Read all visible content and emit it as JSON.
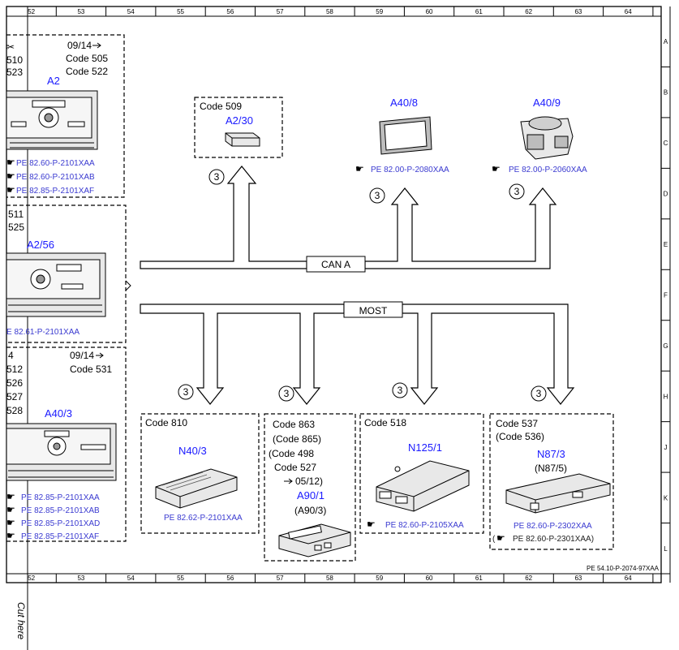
{
  "grid": {
    "columns": [
      "52",
      "53",
      "54",
      "55",
      "56",
      "57",
      "58",
      "59",
      "60",
      "61",
      "62",
      "63",
      "64"
    ],
    "rows": [
      "A",
      "B",
      "C",
      "D",
      "E",
      "F",
      "G",
      "H",
      "J",
      "K",
      "L"
    ]
  },
  "buses": {
    "can": "CAN A",
    "most": "MOST"
  },
  "badge": "3",
  "left_panel": {
    "top": {
      "date": "09/14",
      "code1": "Code 505",
      "code2": "Code 522",
      "num1": "510",
      "num2": "523",
      "label": "A2",
      "refs": [
        "PE 82.60-P-2101XAA",
        "PE 82.60-P-2101XAB",
        "PE 82.85-P-2101XAF"
      ]
    },
    "middle": {
      "num1": "511",
      "num2": "525",
      "label": "A2/56",
      "ref": "E 82.61-P-2101XAA"
    },
    "bottom": {
      "date": "09/14",
      "code": "Code 531",
      "nums": [
        "4",
        "512",
        "526",
        "527",
        "528"
      ],
      "label": "A40/3",
      "refs": [
        "PE 82.85-P-2101XAA",
        "PE 82.85-P-2101XAB",
        "PE 82.85-P-2101XAD",
        "PE 82.85-P-2101XAF"
      ]
    }
  },
  "top_units": {
    "code509": {
      "code": "Code 509",
      "label": "A2/30"
    },
    "a408": {
      "label": "A40/8",
      "ref": "PE 82.00-P-2080XAA"
    },
    "a409": {
      "label": "A40/9",
      "ref": "PE 82.00-P-2060XAA"
    }
  },
  "bottom_units": {
    "code810": {
      "code": "Code 810",
      "label": "N40/3",
      "ref": "PE 82.62-P-2101XAA"
    },
    "code863": {
      "line1": "Code 863",
      "line2": "(Code 865)",
      "line3": "(Code 498",
      "line4": "Code 527",
      "line5": "05/12)",
      "label": "A90/1",
      "sub": "(A90/3)"
    },
    "code518": {
      "code": "Code 518",
      "label": "N125/1",
      "ref": "PE 82.60-P-2105XAA"
    },
    "code537": {
      "code": "Code 537",
      "code2": "(Code 536)",
      "label": "N87/3",
      "sub": "(N87/5)",
      "ref": "PE 82.60-P-2302XAA",
      "ref2": "PE 82.60-P-2301XAA)"
    }
  },
  "doc_ref": "PE 54.10-P-2074-97XAA",
  "cut_text": "Cut here"
}
